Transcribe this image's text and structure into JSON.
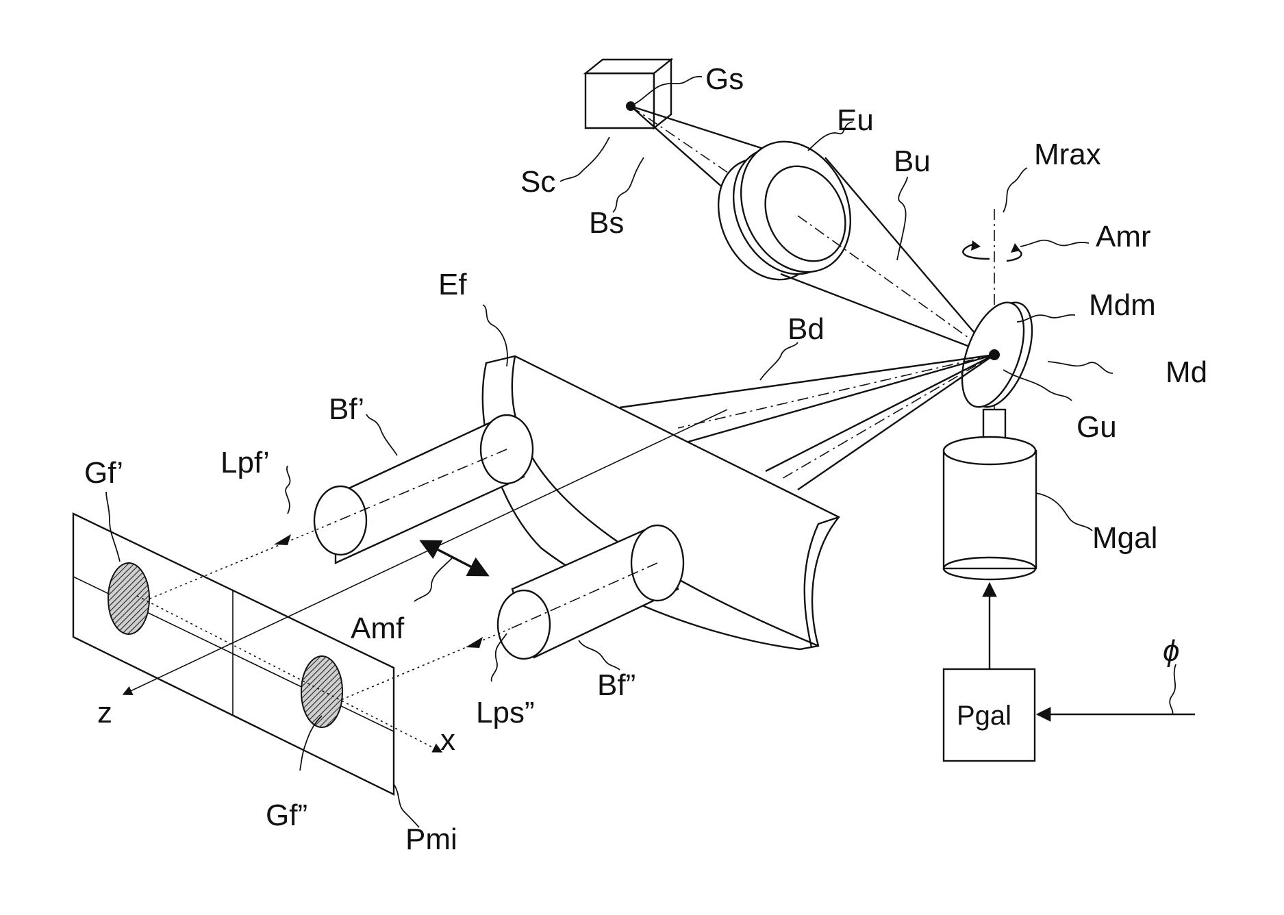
{
  "diagram": {
    "labels": {
      "gs": "Gs",
      "eu": "Eu",
      "bu": "Bu",
      "mrax": "Mrax",
      "sc": "Sc",
      "bs": "Bs",
      "amr": "Amr",
      "ef": "Ef",
      "mdm": "Mdm",
      "bd": "Bd",
      "md": "Md",
      "bf1": "Bf’",
      "gu": "Gu",
      "gf1": "Gf’",
      "lpf1": "Lpf’",
      "mgal": "Mgal",
      "amf": "Amf",
      "phi": "ϕ",
      "bf2": "Bf”",
      "lps2": "Lps”",
      "z": "z",
      "x": "x",
      "pgal": "Pgal",
      "gf2": "Gf”",
      "pmi": "Pmi"
    }
  }
}
